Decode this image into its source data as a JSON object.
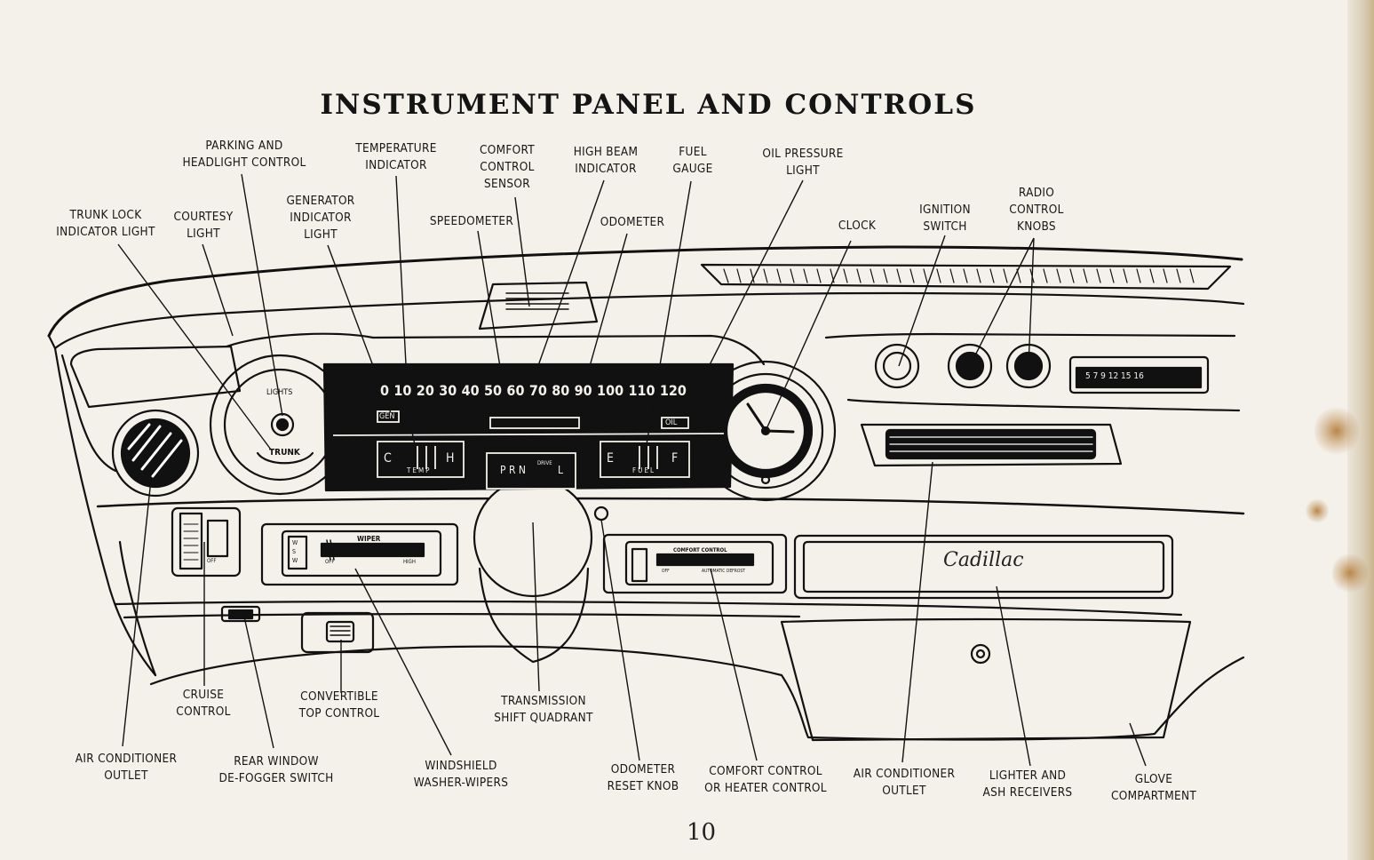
{
  "title": "INSTRUMENT PANEL AND CONTROLS",
  "page_number": "10",
  "labels": {
    "parking_headlight": "PARKING AND\nHEADLIGHT CONTROL",
    "temperature_indicator": "TEMPERATURE\nINDICATOR",
    "comfort_sensor": "COMFORT\nCONTROL\nSENSOR",
    "high_beam": "HIGH BEAM\nINDICATOR",
    "fuel_gauge": "FUEL\nGAUGE",
    "oil_pressure": "OIL PRESSURE\nLIGHT",
    "generator_light": "GENERATOR\nINDICATOR\nLIGHT",
    "trunk_lock": "TRUNK LOCK\nINDICATOR LIGHT",
    "courtesy_light": "COURTESY\nLIGHT",
    "speedometer": "SPEEDOMETER",
    "odometer": "ODOMETER",
    "clock": "CLOCK",
    "ignition_switch": "IGNITION\nSWITCH",
    "radio_knobs": "RADIO\nCONTROL\nKNOBS",
    "cruise_control": "CRUISE\nCONTROL",
    "convertible_top": "CONVERTIBLE\nTOP CONTROL",
    "transmission": "TRANSMISSION\nSHIFT QUADRANT",
    "ac_outlet_left": "AIR CONDITIONER\nOUTLET",
    "rear_window": "REAR WINDOW\nDE-FOGGER SWITCH",
    "windshield_wipers": "WINDSHIELD\nWASHER-WIPERS",
    "odometer_reset": "ODOMETER\nRESET KNOB",
    "comfort_heater": "COMFORT CONTROL\nOR HEATER CONTROL",
    "ac_outlet_right": "AIR CONDITIONER\nOUTLET",
    "lighter_ash": "LIGHTER AND\nASH RECEIVERS",
    "glove_compartment": "GLOVE\nCOMPARTMENT"
  },
  "dash_markings": {
    "lights": "LIGHTS",
    "trunk": "TRUNK",
    "gen": "GEN",
    "oil": "OIL",
    "speed_scale": [
      "0",
      "10",
      "20",
      "30",
      "40",
      "50",
      "60",
      "70",
      "80",
      "90",
      "100",
      "110",
      "120"
    ],
    "temp_c": "C",
    "temp_h": "H",
    "temp_word": "TEMP",
    "fuel_e": "E",
    "fuel_f": "F",
    "fuel_word": "FUEL",
    "shift": "P R N",
    "drive": "DRIVE",
    "low": "L",
    "wiper": "WIPER",
    "wiper_off": "OFF",
    "wiper_high": "HIGH",
    "wsw": "W S W",
    "comfort_control": "COMFORT CONTROL",
    "comfort_off": "OFF",
    "automatic_defrost": "AUTOMATIC DEFROST",
    "brand": "Cadillac",
    "radio_dial": "5 7 9 12 15 16",
    "cruise_off": "OFF"
  }
}
